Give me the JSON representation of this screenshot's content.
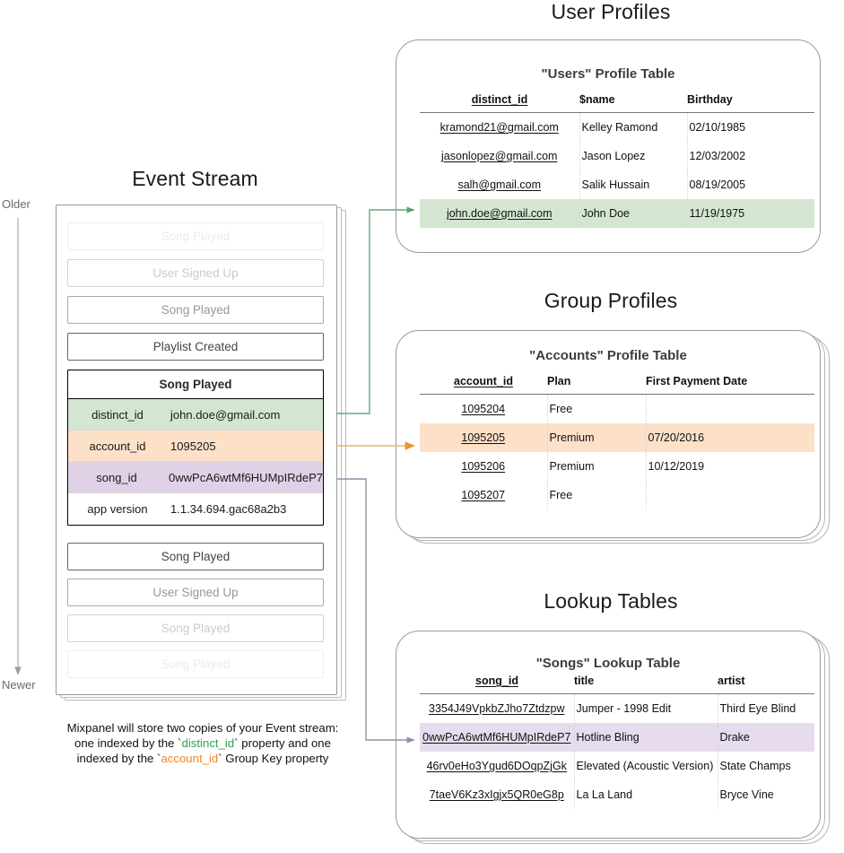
{
  "event_stream": {
    "title": "Event Stream",
    "axis": {
      "older_label": "Older",
      "newer_label": "Newer"
    },
    "events_above": [
      {
        "label": "Song Played"
      },
      {
        "label": "User Signed Up"
      },
      {
        "label": "Song Played"
      },
      {
        "label": "Playlist Created"
      }
    ],
    "expanded_event": {
      "name": "Song Played",
      "properties": [
        {
          "key": "distinct_id",
          "value": "john.doe@gmail.com",
          "highlight": "green"
        },
        {
          "key": "account_id",
          "value": "1095205",
          "highlight": "orange"
        },
        {
          "key": "song_id",
          "value": "0wwPcA6wtMf6HUMpIRdeP7",
          "highlight": "purple"
        },
        {
          "key": "app version",
          "value": "1.1.34.694.gac68a2b3",
          "highlight": "none"
        }
      ]
    },
    "events_below": [
      {
        "label": "Song Played"
      },
      {
        "label": "User Signed Up"
      },
      {
        "label": "Song Played"
      },
      {
        "label": "Song Played"
      }
    ],
    "caption": {
      "line1": "Mixpanel will store two copies of your Event stream:",
      "line2_a": "one indexed by the `",
      "line2_token": "distinct_id",
      "line2_b": "` property and one",
      "line3_a": "indexed by the `",
      "line3_token": "account_id",
      "line3_b": "` Group Key property"
    }
  },
  "user_profiles": {
    "heading": "User Profiles",
    "table_title": "\"Users\" Profile Table",
    "columns": [
      "distinct_id",
      "$name",
      "Birthday"
    ],
    "rows": [
      {
        "cells": [
          "kramond21@gmail.com",
          "Kelley Ramond",
          "02/10/1985"
        ],
        "highlight": "none"
      },
      {
        "cells": [
          "jasonlopez@gmail.com",
          "Jason Lopez",
          "12/03/2002"
        ],
        "highlight": "none"
      },
      {
        "cells": [
          "salh@gmail.com",
          "Salik Hussain",
          "08/19/2005"
        ],
        "highlight": "none"
      },
      {
        "cells": [
          "john.doe@gmail.com",
          "John Doe",
          "11/19/1975"
        ],
        "highlight": "green"
      }
    ]
  },
  "group_profiles": {
    "heading": "Group Profiles",
    "table_title": "\"Accounts\" Profile Table",
    "columns": [
      "account_id",
      "Plan",
      "First Payment Date"
    ],
    "rows": [
      {
        "cells": [
          "1095204",
          "Free",
          ""
        ],
        "highlight": "none"
      },
      {
        "cells": [
          "1095205",
          "Premium",
          "07/20/2016"
        ],
        "highlight": "orange"
      },
      {
        "cells": [
          "1095206",
          "Premium",
          "10/12/2019"
        ],
        "highlight": "none"
      },
      {
        "cells": [
          "1095207",
          "Free",
          ""
        ],
        "highlight": "none"
      }
    ]
  },
  "lookup_tables": {
    "heading": "Lookup Tables",
    "table_title": "\"Songs\" Lookup Table",
    "columns": [
      "song_id",
      "title",
      "artist"
    ],
    "rows": [
      {
        "cells": [
          "3354J49VpkbZJho7Ztdzpw",
          "Jumper - 1998 Edit",
          "Third Eye Blind"
        ],
        "highlight": "none"
      },
      {
        "cells": [
          "0wwPcA6wtMf6HUMpIRdeP7",
          "Hotline Bling",
          "Drake"
        ],
        "highlight": "purple"
      },
      {
        "cells": [
          "46rv0eHo3Ygud6DOqpZjGk",
          "Elevated (Acoustic Version)",
          "State Champs"
        ],
        "highlight": "none"
      },
      {
        "cells": [
          "7taeV6Kz3xIgjx5QR0eG8p",
          "La La Land",
          "Bryce Vine"
        ],
        "highlight": "none"
      }
    ]
  },
  "colors": {
    "green": "#d4e6d1",
    "orange": "#fce0c8",
    "purple": "#e6dced",
    "green_arrow": "#5aa469",
    "orange_arrow": "#e8952f",
    "purple_arrow": "#9c8ba6",
    "card_border": "#9a9a9a",
    "text": "#111111"
  }
}
